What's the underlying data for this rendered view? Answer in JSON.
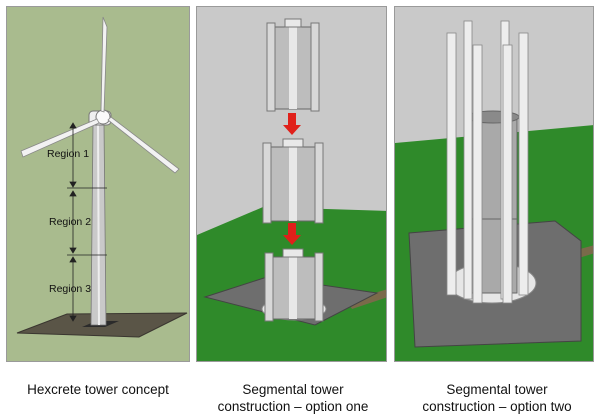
{
  "panel1": {
    "region_labels": [
      "Region 1",
      "Region 2",
      "Region 3"
    ],
    "caption": "Hexcrete tower concept"
  },
  "panel2": {
    "caption_line1": "Segmental tower",
    "caption_line2": "construction – option one"
  },
  "panel3": {
    "caption_line1": "Segmental tower",
    "caption_line2": "construction – option two"
  },
  "colors": {
    "panel1_bg": "#a9bb8e",
    "sky": "#c9c9c9",
    "grass": "#2f8a2a",
    "arrow": "#e0201a",
    "concrete": "#e6e6e6"
  }
}
